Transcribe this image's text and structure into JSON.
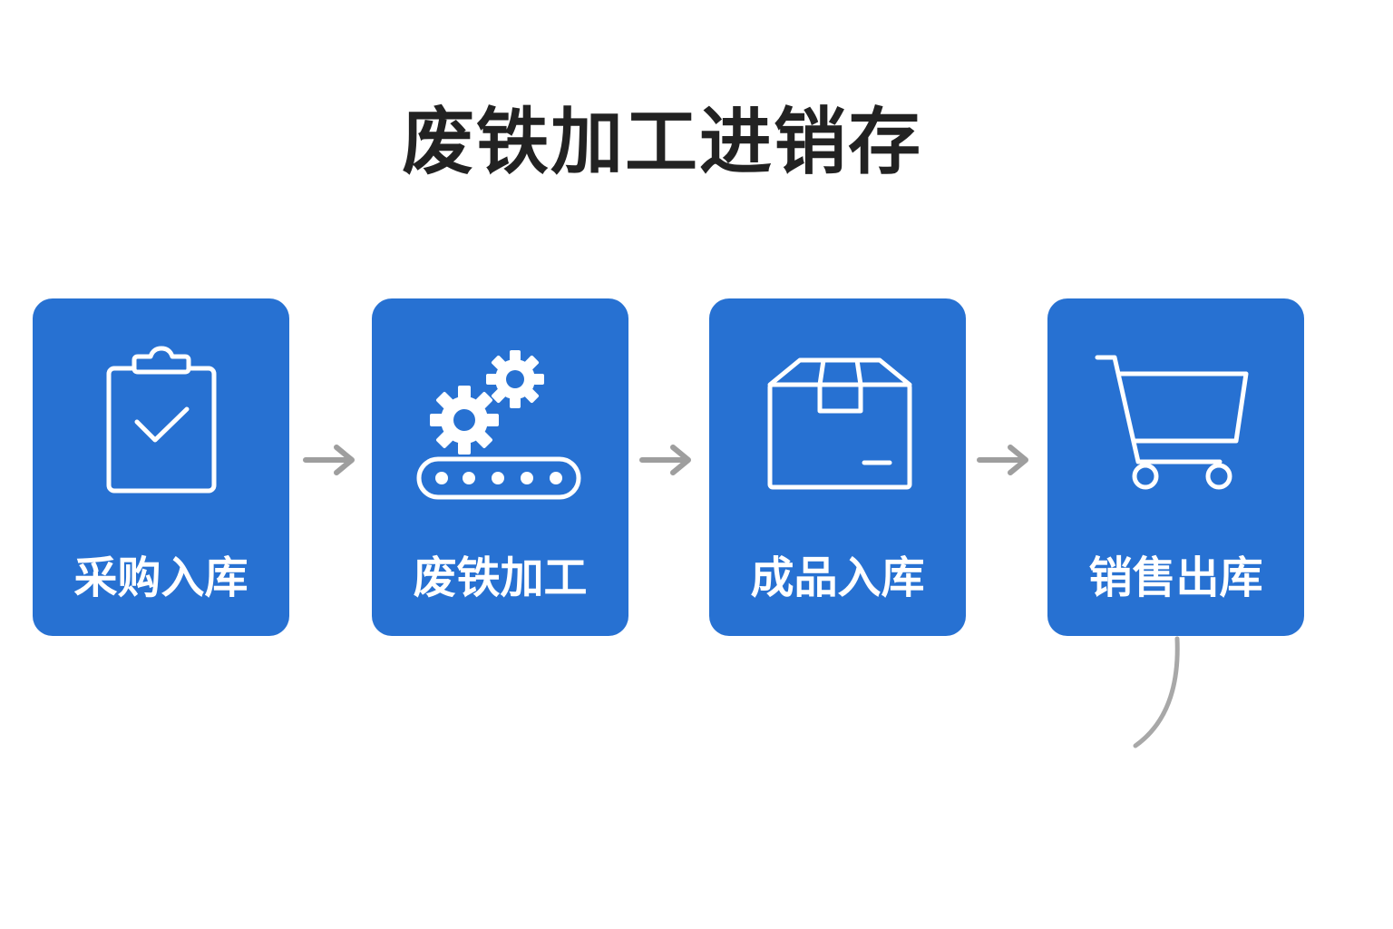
{
  "title": "废铁加工进销存",
  "steps": [
    {
      "label": "采购入库",
      "icon": "clipboard-check-icon"
    },
    {
      "label": "废铁加工",
      "icon": "gears-conveyor-icon"
    },
    {
      "label": "成品入库",
      "icon": "box-icon"
    },
    {
      "label": "销售出库",
      "icon": "shopping-cart-icon"
    }
  ],
  "colors": {
    "card": "#2771d2",
    "arrow": "#9e9e9e",
    "title": "#222222"
  }
}
